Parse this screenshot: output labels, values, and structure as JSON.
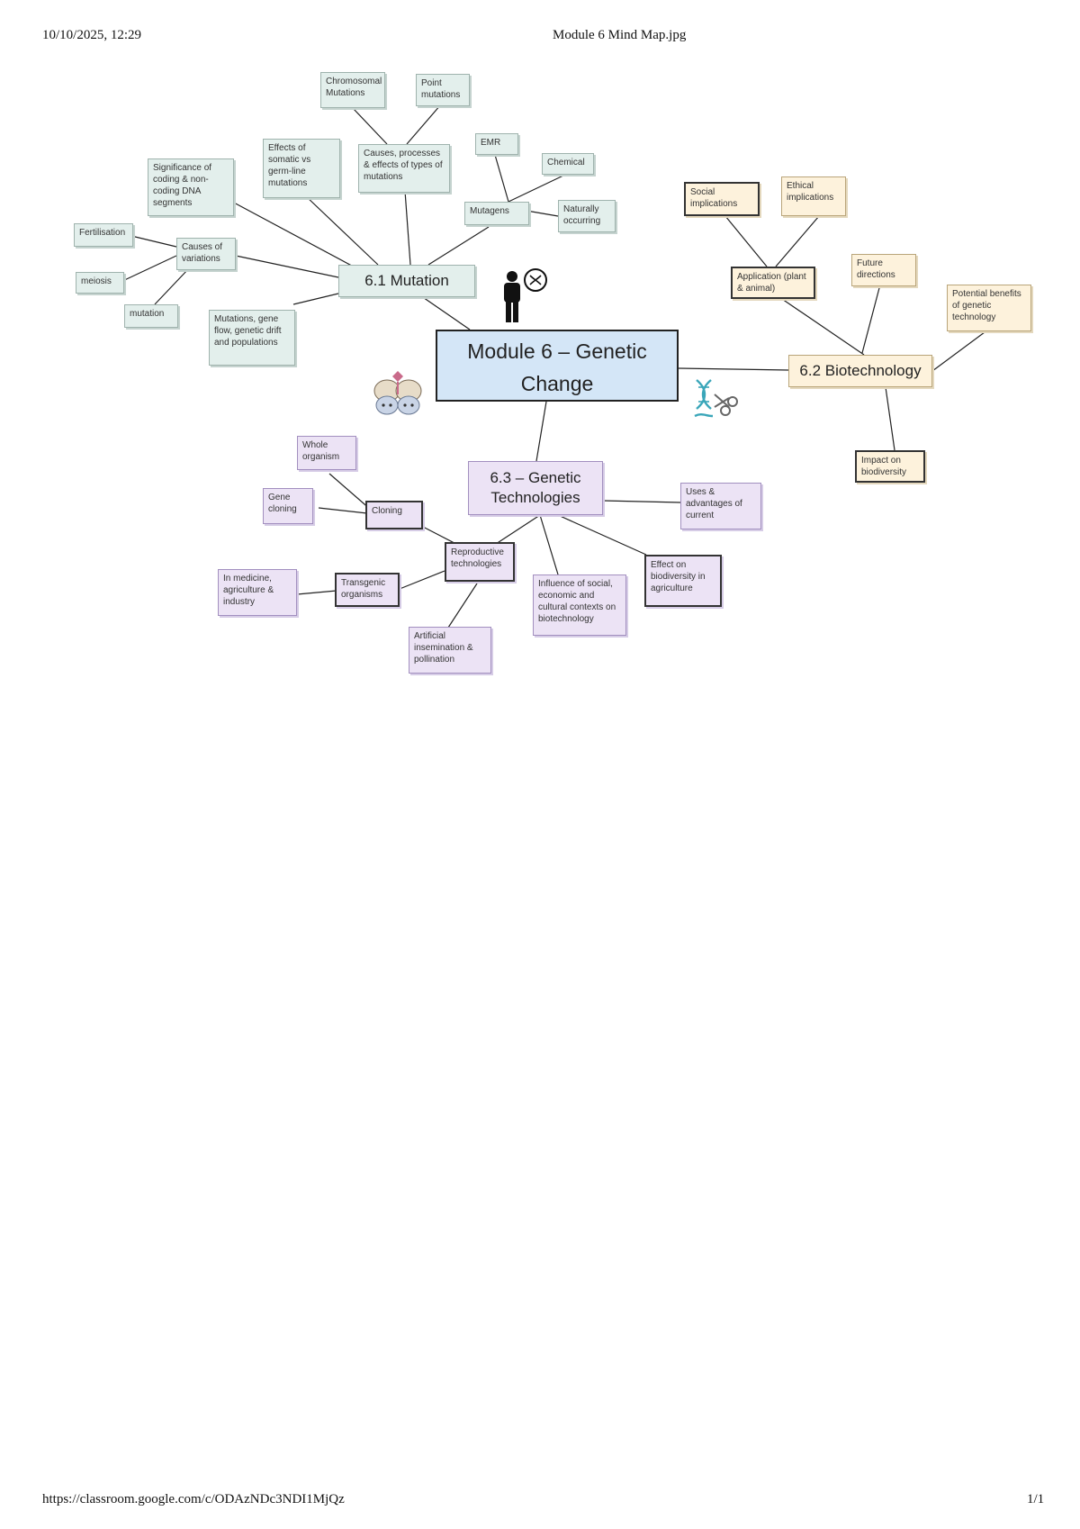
{
  "header": {
    "datetime": "10/10/2025, 12:29",
    "title": "Module 6 Mind Map.jpg"
  },
  "footer": {
    "url": "https://classroom.google.com/c/ODAzNDc3NDI1MjQz",
    "page": "1/1"
  },
  "colors": {
    "mutation": "#e3efec",
    "biotechnology": "#fdf2dc",
    "genetic_technologies": "#ece3f5",
    "central": "#d4e6f7"
  },
  "icons": [
    "person-icon",
    "dna-circle-icon",
    "sheep-icon",
    "dna-scissors-icon"
  ],
  "mindmap": {
    "central": "Module 6 – Genetic Change",
    "mutation": {
      "title": "6.1 Mutation",
      "chromosomal": "Chromosomal Mutations",
      "point": "Point mutations",
      "causes": "Causes, processes & effects of types of mutations",
      "emr": "EMR",
      "chemical": "Chemical",
      "mutagens": "Mutagens",
      "naturally": "Naturally occurring",
      "somatic": "Effects of somatic vs germ-line mutations",
      "significance": "Significance of coding & non-coding DNA segments",
      "fertilisation": "Fertilisation",
      "variation": "Causes of variations",
      "meiosis": "meiosis",
      "mutation_leaf": "mutation",
      "populations": "Mutations, gene flow, genetic drift and populations"
    },
    "biotech": {
      "title": "6.2 Biotechnology",
      "social": "Social implications",
      "ethical": "Ethical implications",
      "application": "Application (plant & animal)",
      "future": "Future directions",
      "benefits": "Potential benefits of genetic technology",
      "biodiversity": "Impact on biodiversity"
    },
    "gentech": {
      "title": "6.3 – Genetic Technologies",
      "whole": "Whole organism",
      "gene_cloning": "Gene cloning",
      "cloning": "Cloning",
      "reproductive": "Reproductive technologies",
      "medicine": "In medicine, agriculture & industry",
      "transgenic": "Transgenic organisms",
      "artificial": "Artificial insemination & pollination",
      "influence": "Influence of social, economic and cultural contexts on biotechnology",
      "effect": "Effect on biodiversity in agriculture",
      "uses": "Uses & advantages of current"
    }
  }
}
